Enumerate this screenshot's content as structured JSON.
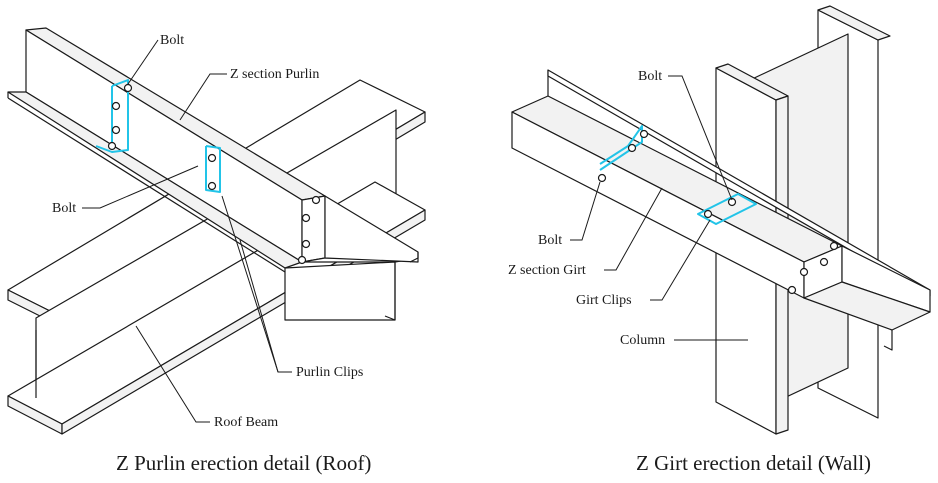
{
  "roof": {
    "caption": "Z Purlin erection detail (Roof)",
    "labels": {
      "bolt_top": "Bolt",
      "z_purlin": "Z section Purlin",
      "bolt_left": "Bolt",
      "purlin_clips": "Purlin Clips",
      "roof_beam": "Roof Beam"
    }
  },
  "wall": {
    "caption": "Z Girt erection detail (Wall)",
    "labels": {
      "bolt_top": "Bolt",
      "bolt_left": "Bolt",
      "z_girt": "Z section Girt",
      "girt_clips": "Girt Clips",
      "column": "Column"
    }
  },
  "colors": {
    "clip_outline": "#22c4e8",
    "line": "#1a1a1a"
  }
}
